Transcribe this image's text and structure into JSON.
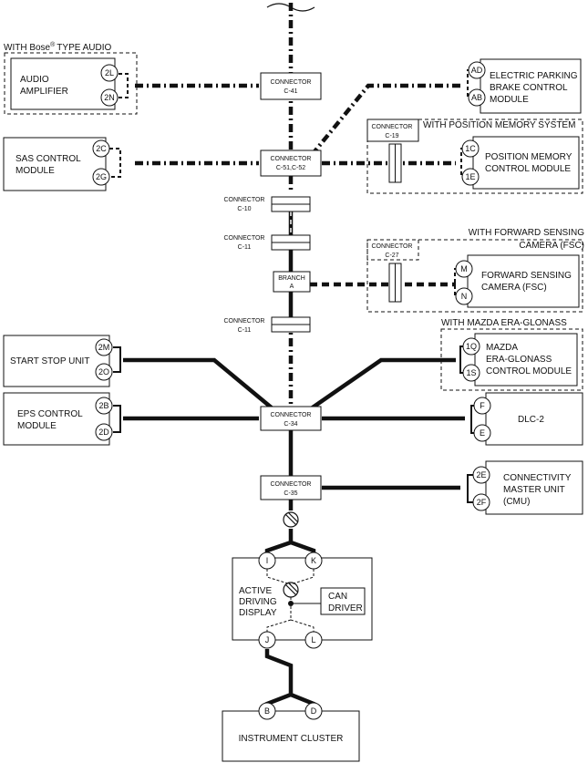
{
  "groups": {
    "bose": "WITH Bose",
    "bose_suffix": "TYPE AUDIO",
    "bose_mark": "®",
    "position_memory": "WITH POSITION MEMORY SYSTEM",
    "fsc_line1": "WITH FORWARD SENSING",
    "fsc_line2": "CAMERA (FSC)",
    "era": "WITH MAZDA ERA-GLONASS"
  },
  "modules": {
    "audio_amp": [
      "AUDIO",
      "AMPLIFIER"
    ],
    "sas": [
      "SAS CONTROL",
      "MODULE"
    ],
    "start_stop": [
      "START STOP UNIT"
    ],
    "eps": [
      "EPS CONTROL",
      "MODULE"
    ],
    "epb": [
      "ELECTRIC PARKING",
      "BRAKE CONTROL",
      "MODULE"
    ],
    "position_memory": [
      "POSITION MEMORY",
      "CONTROL MODULE"
    ],
    "fsc": [
      "FORWARD SENSING",
      "CAMERA (FSC)"
    ],
    "era_glonass": [
      "MAZDA",
      "ERA-GLONASS",
      "CONTROL MODULE"
    ],
    "dlc2": [
      "DLC-2"
    ],
    "cmu": [
      "CONNECTIVITY",
      "MASTER UNIT",
      "(CMU)"
    ],
    "add": [
      "ACTIVE",
      "DRIVING",
      "DISPLAY"
    ],
    "can_driver": [
      "CAN",
      "DRIVER"
    ],
    "cluster": [
      "INSTRUMENT CLUSTER"
    ]
  },
  "connectors": {
    "word": "CONNECTOR",
    "branch": "BRANCH",
    "branch_id": "A",
    "c41": "C-41",
    "c51": "C-51,C-52",
    "c10": "C-10",
    "c11": "C-11",
    "c34": "C-34",
    "c35": "C-35",
    "c19": "C-19",
    "c27": "C-27"
  },
  "pins": {
    "audio": [
      "2L",
      "2N"
    ],
    "epb": [
      "AD",
      "AB"
    ],
    "sas": [
      "2C",
      "2G"
    ],
    "position_memory": [
      "1C",
      "1E"
    ],
    "fsc": [
      "M",
      "N"
    ],
    "start_stop": [
      "2M",
      "2O"
    ],
    "era": [
      "1Q",
      "1S"
    ],
    "eps": [
      "2B",
      "2D"
    ],
    "dlc2": [
      "F",
      "E"
    ],
    "cmu": [
      "2E",
      "2F"
    ],
    "add_top": [
      "I",
      "K"
    ],
    "add_bottom": [
      "J",
      "L"
    ],
    "cluster": [
      "B",
      "D"
    ]
  }
}
